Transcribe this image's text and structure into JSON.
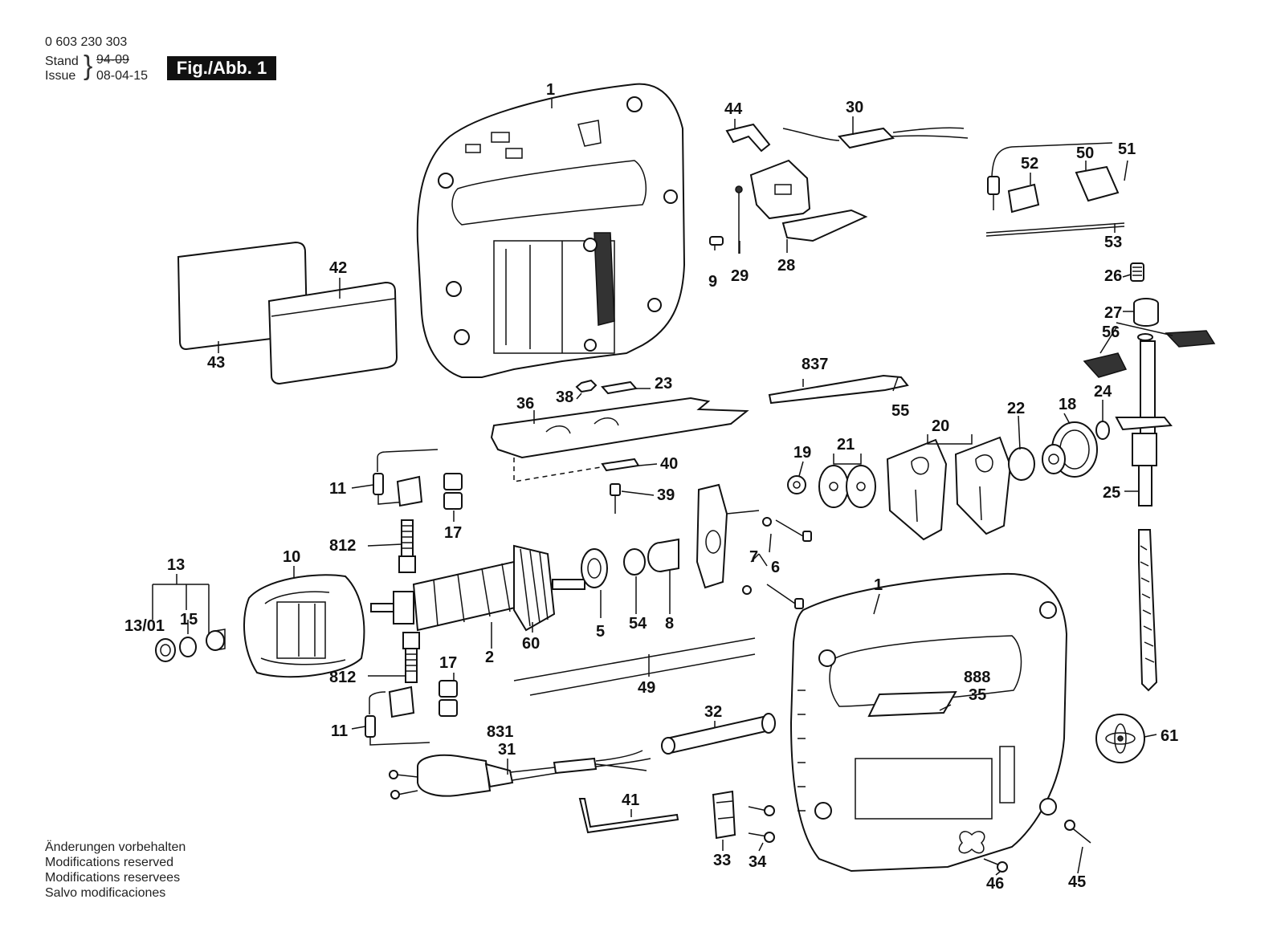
{
  "header": {
    "doc_number": "0 603 230 303",
    "stand_label": "Stand",
    "stand_value": "94-09",
    "issue_label": "Issue",
    "issue_value": "08-04-15",
    "figure_title": "Fig./Abb. 1"
  },
  "footer_notes": [
    "Änderungen vorbehalten",
    "Modifications reserved",
    "Modifications reservees",
    "Salvo modificaciones"
  ],
  "part_labels": {
    "p1_top": "1",
    "p1_bottom": "1",
    "p2": "2",
    "p5": "5",
    "p6": "6",
    "p7": "7",
    "p8": "8",
    "p9": "9",
    "p10": "10",
    "p11_top": "11",
    "p11_bottom": "11",
    "p13": "13",
    "p13_01": "13/01",
    "p15": "15",
    "p17_top": "17",
    "p17_bottom": "17",
    "p18": "18",
    "p19": "19",
    "p20": "20",
    "p21": "21",
    "p22": "22",
    "p23": "23",
    "p24": "24",
    "p25": "25",
    "p26": "26",
    "p27": "27",
    "p28": "28",
    "p29": "29",
    "p30": "30",
    "p31": "31",
    "p32": "32",
    "p33": "33",
    "p34": "34",
    "p35": "35",
    "p36": "36",
    "p38": "38",
    "p39": "39",
    "p40": "40",
    "p41": "41",
    "p42": "42",
    "p43": "43",
    "p44": "44",
    "p45": "45",
    "p46": "46",
    "p49": "49",
    "p50": "50",
    "p51": "51",
    "p52": "52",
    "p53": "53",
    "p54": "54",
    "p55": "55",
    "p56": "56",
    "p60": "60",
    "p61": "61",
    "p812_top": "812",
    "p812_bottom": "812",
    "p831": "831",
    "p837": "837",
    "p888": "888"
  }
}
